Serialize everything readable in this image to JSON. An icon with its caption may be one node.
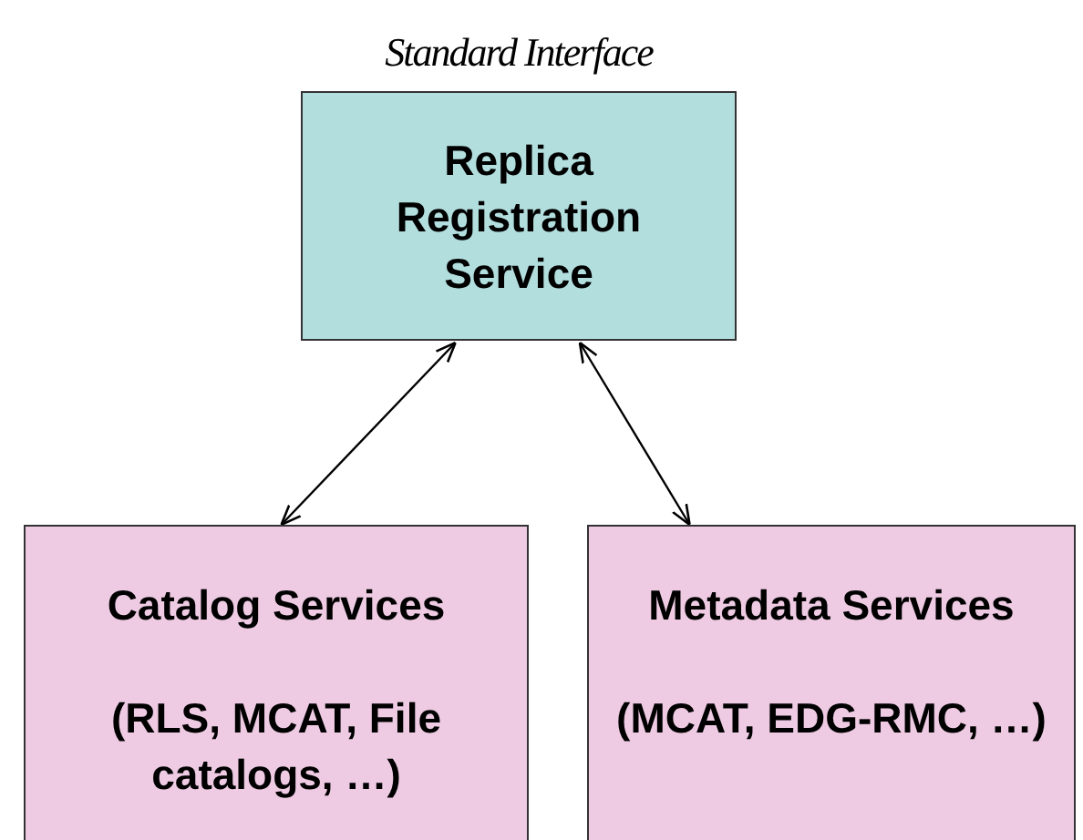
{
  "diagram": {
    "nodes": [
      {
        "text": [
          "Standard Interface",
          "Replica Registration Service"
        ]
      },
      {
        "text": [
          "Catalog Services",
          "(RLS, MCAT, File catalogs, …)"
        ]
      },
      {
        "text": [
          "Metadata Services",
          "(MCAT, EDG-RMC, …)"
        ]
      }
    ],
    "edges": [
      {
        "from": 0,
        "to": 1,
        "arrow": "both"
      },
      {
        "from": 0,
        "to": 2,
        "arrow": "both"
      }
    ]
  }
}
